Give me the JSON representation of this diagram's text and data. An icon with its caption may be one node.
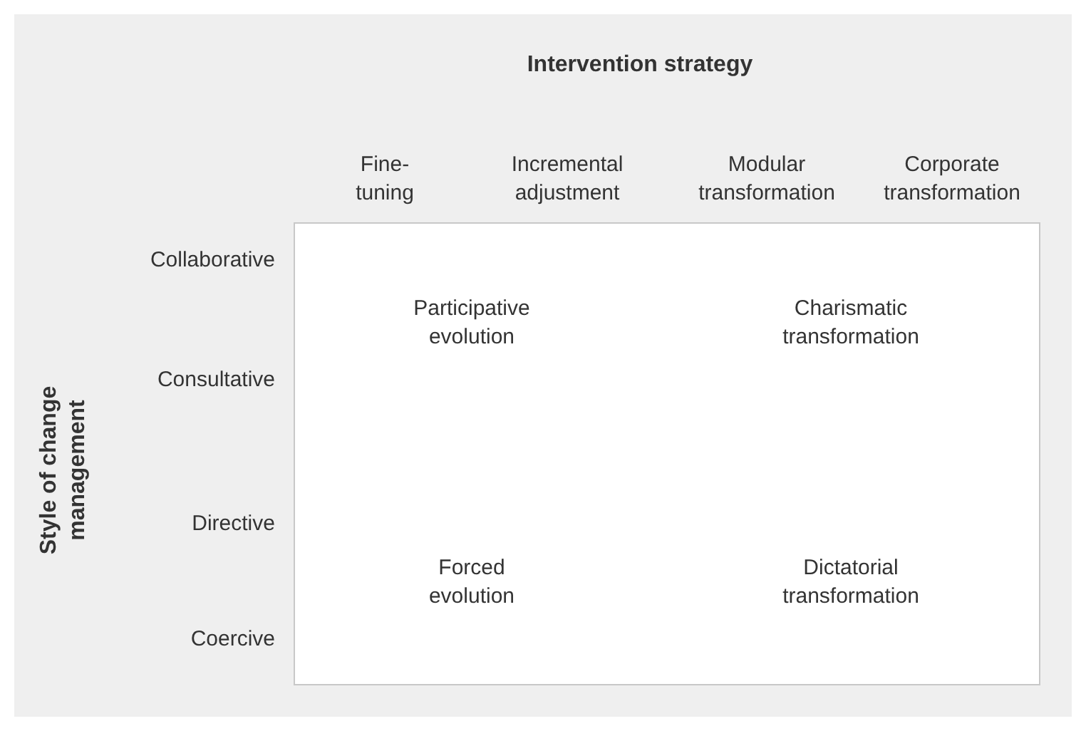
{
  "diagram": {
    "nodes": [
      {
        "text": [
          "Participative evolution",
          "Charismatic transformation",
          "Forced evolution",
          "Dictatorial transformation"
        ]
      }
    ],
    "edges": [],
    "labels": [
      "Intervention strategy",
      "Fine- tuning",
      "Incremental adjustment",
      "Modular transformation",
      "Corporate transformation",
      "Style of change management",
      "Collaborative",
      "Consultative",
      "Directive",
      "Coercive"
    ]
  }
}
